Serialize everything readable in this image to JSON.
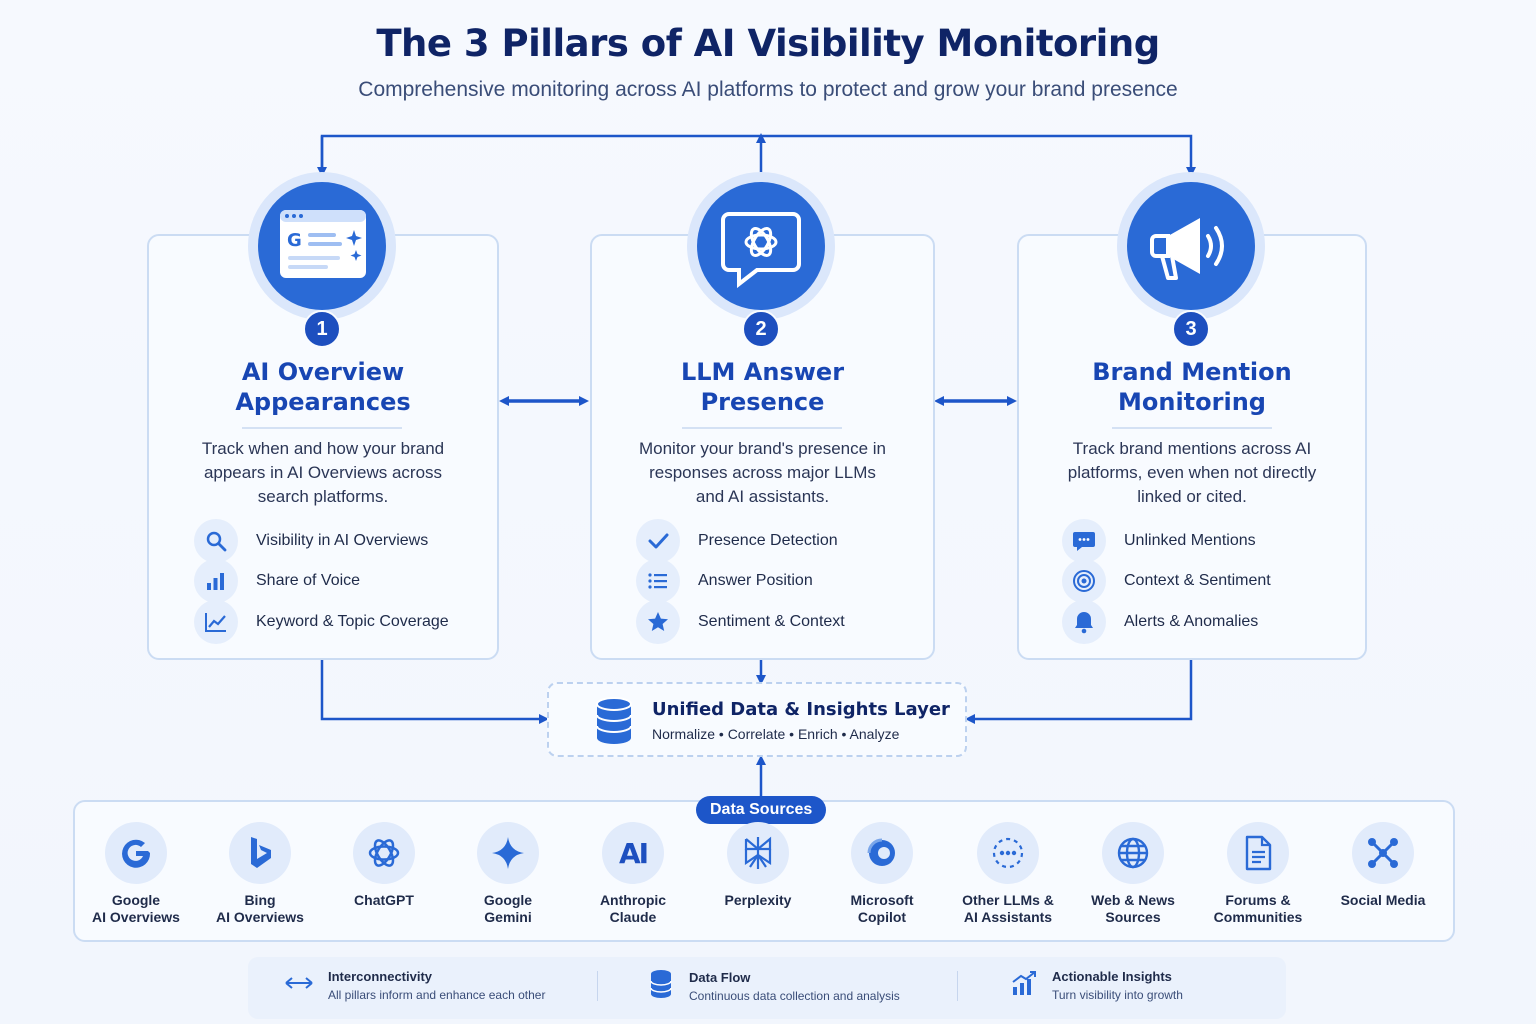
{
  "title": "The 3 Pillars of AI Visibility Monitoring",
  "subtitle": "Comprehensive monitoring across AI platforms to protect and grow your brand presence",
  "pillars": [
    {
      "number": "1",
      "title": "AI Overview\nAppearances",
      "description": "Track when and how your brand\nappears in AI Overviews across\nsearch platforms.",
      "icon": "search-results-icon",
      "features": [
        {
          "icon": "search-icon",
          "label": "Visibility in AI Overviews"
        },
        {
          "icon": "bar-chart-icon",
          "label": "Share of Voice"
        },
        {
          "icon": "trend-line-icon",
          "label": "Keyword & Topic Coverage"
        }
      ]
    },
    {
      "number": "2",
      "title": "LLM Answer\nPresence",
      "description": "Monitor your brand's presence in\nresponses across major LLMs\nand AI assistants.",
      "icon": "chat-llm-icon",
      "features": [
        {
          "icon": "checkmark-icon",
          "label": "Presence Detection"
        },
        {
          "icon": "list-icon",
          "label": "Answer Position"
        },
        {
          "icon": "star-icon",
          "label": "Sentiment & Context"
        }
      ]
    },
    {
      "number": "3",
      "title": "Brand Mention\nMonitoring",
      "description": "Track brand mentions across AI\nplatforms, even when not directly\nlinked or cited.",
      "icon": "megaphone-icon",
      "features": [
        {
          "icon": "chat-bubble-icon",
          "label": "Unlinked Mentions"
        },
        {
          "icon": "target-icon",
          "label": "Context & Sentiment"
        },
        {
          "icon": "bell-icon",
          "label": "Alerts & Anomalies"
        }
      ]
    }
  ],
  "unified_layer": {
    "title": "Unified Data & Insights Layer",
    "subtitle": "Normalize • Correlate • Enrich • Analyze",
    "icon": "database-icon"
  },
  "data_sources": {
    "label": "Data Sources",
    "items": [
      {
        "label": "Google\nAI Overviews",
        "icon": "google-icon"
      },
      {
        "label": "Bing\nAI Overviews",
        "icon": "bing-icon"
      },
      {
        "label": "ChatGPT",
        "icon": "chatgpt-icon"
      },
      {
        "label": "Google\nGemini",
        "icon": "gemini-icon"
      },
      {
        "label": "Anthropic\nClaude",
        "icon": "anthropic-icon"
      },
      {
        "label": "Perplexity",
        "icon": "perplexity-icon"
      },
      {
        "label": "Microsoft\nCopilot",
        "icon": "copilot-icon"
      },
      {
        "label": "Other LLMs &\nAI Assistants",
        "icon": "other-llms-icon"
      },
      {
        "label": "Web & News\nSources",
        "icon": "globe-icon"
      },
      {
        "label": "Forums &\nCommunities",
        "icon": "document-icon"
      },
      {
        "label": "Social Media",
        "icon": "network-icon"
      }
    ],
    "anthropic_glyph": "AI"
  },
  "footer": [
    {
      "icon": "double-arrow-icon",
      "title": "Interconnectivity",
      "subtitle": "All pillars inform and enhance each other"
    },
    {
      "icon": "database-icon",
      "title": "Data Flow",
      "subtitle": "Continuous data collection and analysis"
    },
    {
      "icon": "growth-chart-icon",
      "title": "Actionable Insights",
      "subtitle": "Turn visibility into growth"
    }
  ],
  "colors": {
    "primary": "#2a6ad6",
    "dark": "#0f2466",
    "accent": "#1846b3",
    "line": "#1d56c9"
  }
}
